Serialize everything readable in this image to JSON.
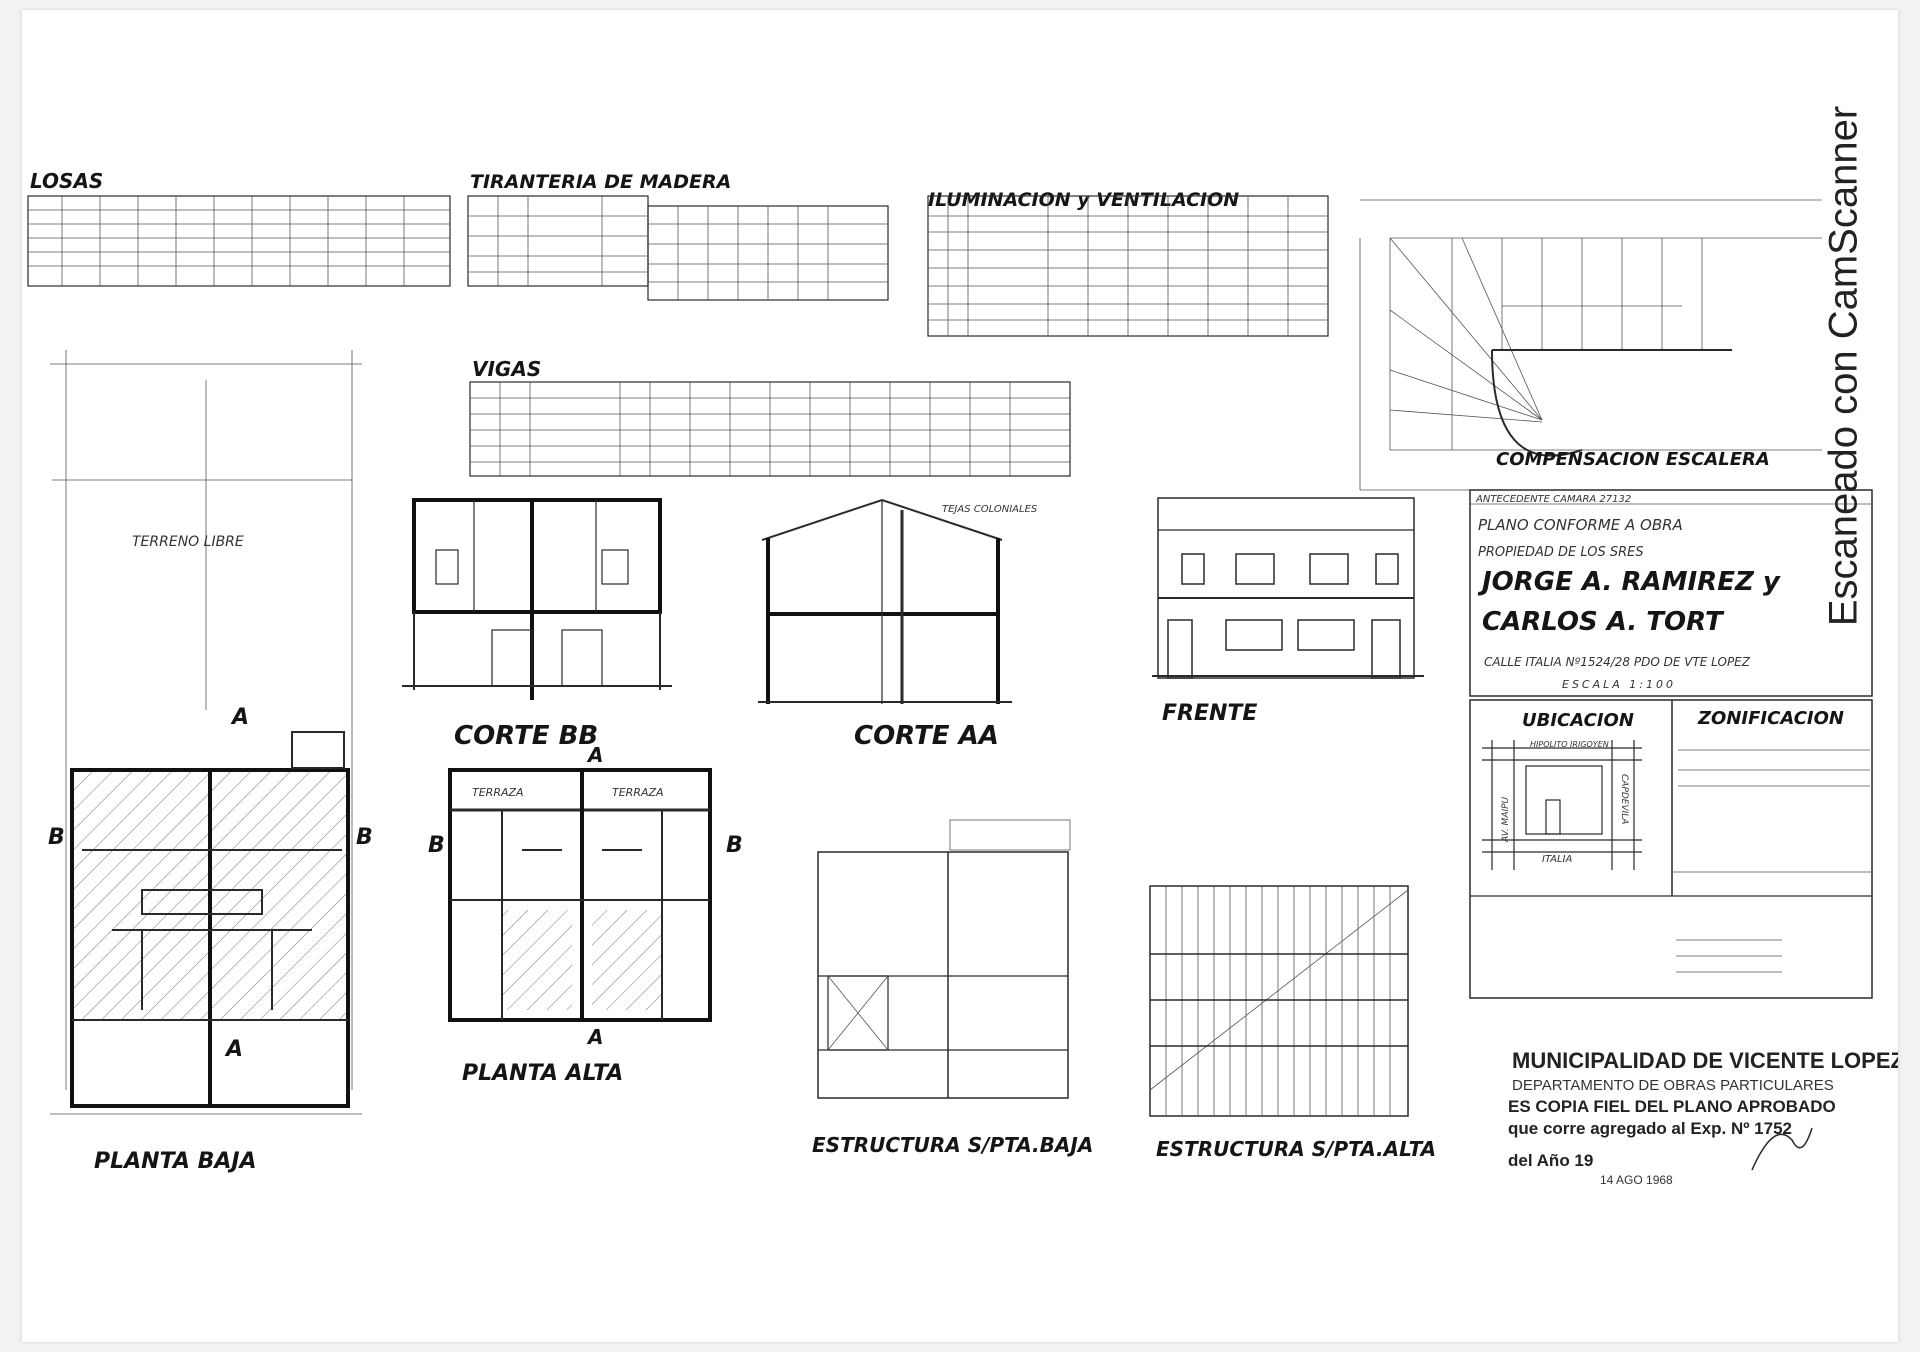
{
  "tables": {
    "losas_title": "LOSAS",
    "tiranteria_title": "TIRANTERIA DE MADERA",
    "iluminacion_title": "ILUMINACION y VENTILACION",
    "vigas_title": "VIGAS"
  },
  "stairs": {
    "label": "COMPENSACION ESCALERA"
  },
  "sections": {
    "corte_bb": "CORTE BB",
    "corte_aa": "CORTE AA",
    "frente": "FRENTE",
    "terreno_libre": "TERRENO LIBRE",
    "tejas": "TEJAS COLONIALES",
    "terraza": "TERRAZA"
  },
  "plans": {
    "planta_baja": "PLANTA BAJA",
    "planta_alta": "PLANTA ALTA",
    "estructura_baja": "ESTRUCTURA S/PTA.BAJA",
    "estructura_alta": "ESTRUCTURA S/PTA.ALTA",
    "cut_a": "A",
    "cut_b": "B"
  },
  "title_block": {
    "antecedente": "ANTECEDENTE CAMARA 27132",
    "plano": "PLANO CONFORME A OBRA",
    "propiedad": "PROPIEDAD DE LOS SRES",
    "owner_1": "JORGE A. RAMIREZ y",
    "owner_2": "CARLOS A. TORT",
    "calle": "CALLE ITALIA Nº1524/28 PDO DE VTE LOPEZ",
    "escala": "ESCALA 1:100",
    "ubicacion": "UBICACION",
    "zonificacion": "ZONIFICACION",
    "street_1": "HIPOLITO IRIGOYEN",
    "street_2": "ITALIA",
    "street_3": "AV. MAIPU",
    "street_4": "CAPDEVILA"
  },
  "stamp": {
    "line_1": "MUNICIPALIDAD DE VICENTE LOPEZ",
    "line_2": "DEPARTAMENTO DE OBRAS PARTICULARES",
    "line_3": "ES COPIA FIEL DEL PLANO APROBADO",
    "line_4": "que corre agregado al Exp. Nº 1752",
    "line_5": "del Año 19",
    "date": "14 AGO 1968"
  },
  "watermark": "Escaneado con CamScanner"
}
